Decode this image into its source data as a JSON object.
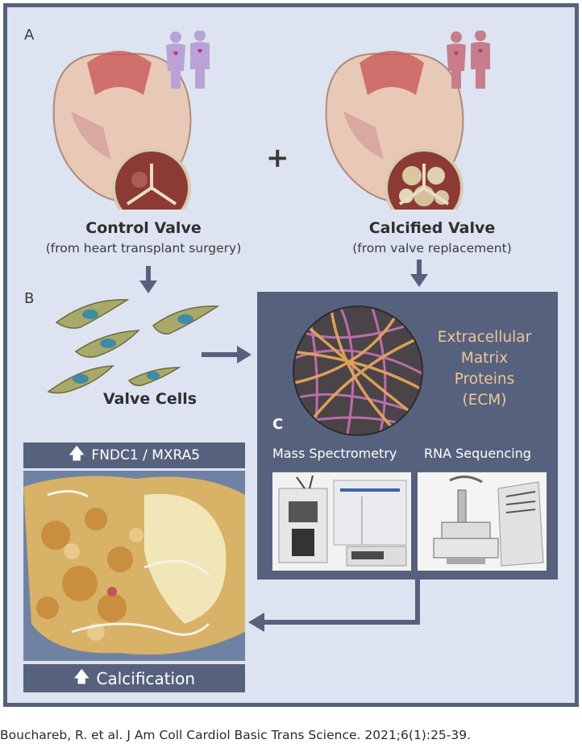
{
  "panels": {
    "a": "A",
    "b": "B",
    "c": "C"
  },
  "control_valve": {
    "title": "Control Valve",
    "subtitle": "(from heart transplant surgery)"
  },
  "calcified_valve": {
    "title": "Calcified Valve",
    "subtitle": "(from valve replacement)"
  },
  "plus": "+",
  "valve_cells": "Valve Cells",
  "ecm": {
    "line1": "Extracellular",
    "line2": "Matrix",
    "line3": "Proteins",
    "line4": "(ECM)"
  },
  "methods": {
    "mass_spec": "Mass Spectrometry",
    "rna_seq": "RNA Sequencing"
  },
  "result_top": {
    "arrow": "🡅",
    "label": "FNDC1 / MXRA5"
  },
  "result_bottom": {
    "arrow": "🡅",
    "label": "Calcification"
  },
  "citation": "Bouchareb, R. et al. J Am Coll Cardiol Basic Trans Science. 2021;6(1):25-39.",
  "colors": {
    "frame": "#56627d",
    "background": "#dde3f1",
    "ecm_text": "#f0c49a",
    "people_control": "#b9a3d6",
    "people_calcified": "#c77d8c"
  },
  "icons": [
    "heart-illustration-icon",
    "people-icon",
    "valve-cell-icon",
    "ecm-fiber-icon",
    "mass-spectrometer-icon",
    "sequencer-icon",
    "arrow-icon"
  ]
}
